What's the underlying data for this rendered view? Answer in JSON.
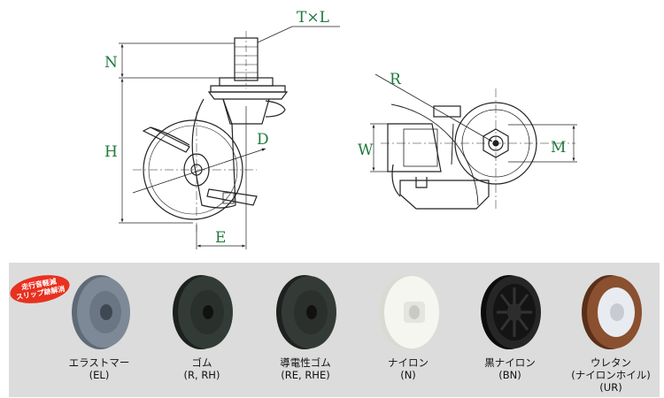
{
  "dimensions": {
    "thread": "T×L",
    "n": "N",
    "h": "H",
    "d": "D",
    "e": "E",
    "r": "R",
    "w": "W",
    "m": "M"
  },
  "badge": {
    "line1": "走行音軽減",
    "line2": "スリップ跡解消",
    "color": "#e8311f"
  },
  "wheels": [
    {
      "name": "エラストマー",
      "code": "(EL)",
      "color": "#6d7a87"
    },
    {
      "name": "ゴム",
      "code": "(R, RH)",
      "color": "#2d3531"
    },
    {
      "name": "導電性ゴム",
      "code": "(RE, RHE)",
      "color": "#2c312e"
    },
    {
      "name": "ナイロン",
      "code": "(N)",
      "color": "#f3f3ef"
    },
    {
      "name": "黒ナイロン",
      "code": "(BN)",
      "color": "#1a1a1a"
    },
    {
      "name": "ウレタン",
      "code": "(ナイロンホイル)",
      "code2": "(UR)",
      "color": "#7a4526"
    }
  ],
  "colors": {
    "dimension_text": "#1e7a3c",
    "band": "#dcdcdc"
  }
}
